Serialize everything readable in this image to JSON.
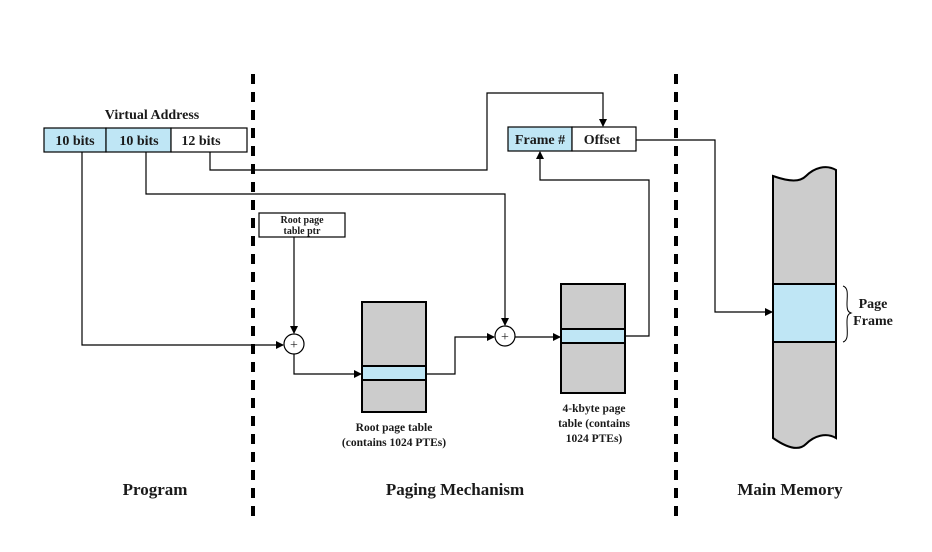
{
  "colors": {
    "highlight": "#bfe6f5",
    "table_fill": "#cccccc",
    "line": "#000000",
    "text": "#1a1a1a"
  },
  "sections": {
    "program": "Program",
    "paging": "Paging Mechanism",
    "memory": "Main Memory"
  },
  "virtual_address": {
    "title": "Virtual Address",
    "fields": [
      "10 bits",
      "10 bits",
      "12 bits"
    ]
  },
  "physical_address": {
    "fields": [
      "Frame #",
      "Offset"
    ]
  },
  "root_ptr": {
    "lines": [
      "Root page",
      "table ptr"
    ]
  },
  "adder_symbol": "+",
  "root_table": {
    "caption": [
      "Root page table",
      "(contains 1024 PTEs)"
    ]
  },
  "page_table": {
    "caption": [
      "4-kbyte page",
      "table (contains",
      "1024 PTEs)"
    ]
  },
  "page_frame": {
    "label": [
      "Page",
      "Frame"
    ]
  }
}
